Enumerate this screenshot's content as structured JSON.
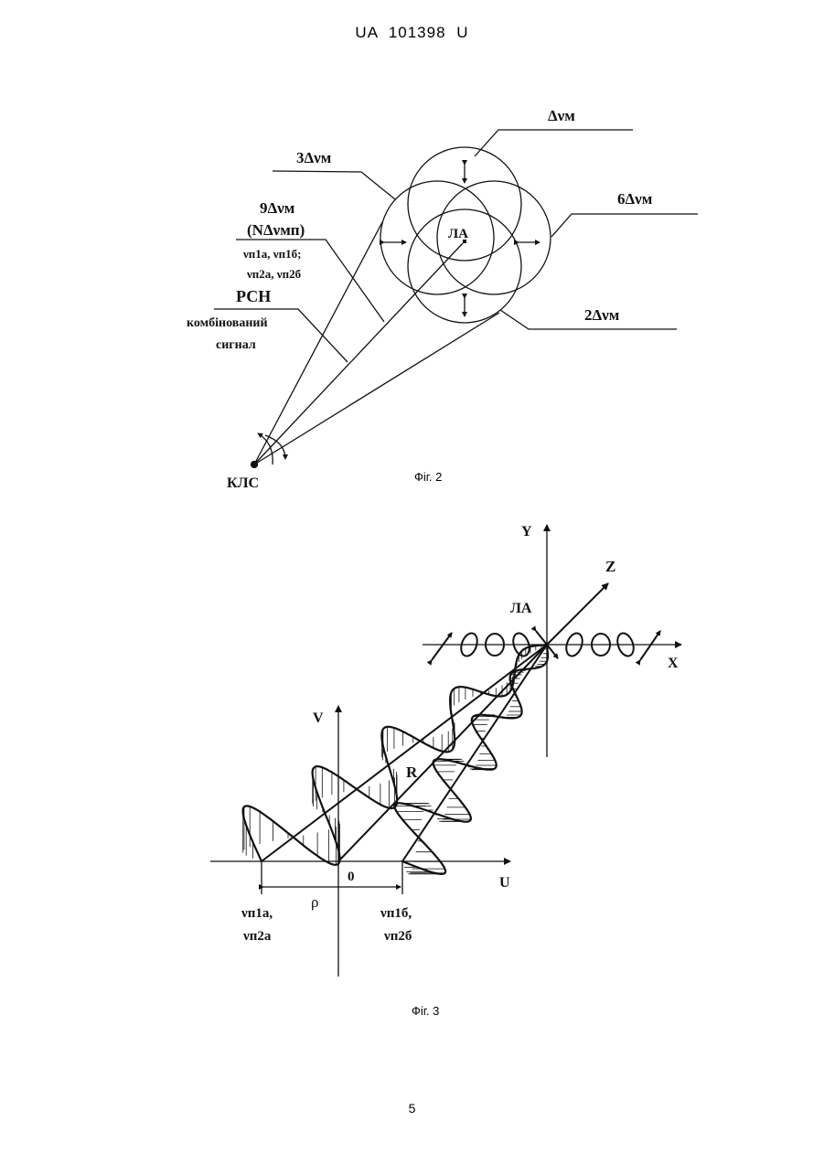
{
  "header": {
    "doc_id": "UA 101398 U"
  },
  "page": {
    "number": "5"
  },
  "fig2": {
    "caption": "Фіг. 2",
    "label_dv": "Δνм",
    "label_3dv": "3Δνм",
    "label_6dv": "6Δνм",
    "label_2dv": "2Δνм",
    "label_9dv": "9Δνм",
    "label_ndv": "(NΔνмп)",
    "label_freq1": "νп1а, νп1б;",
    "label_freq2": "νп2а, νп2б",
    "label_rsn": "РСН",
    "label_combined1": "комбінований",
    "label_combined2": "сигнал",
    "label_la": "ЛА",
    "label_kls": "КЛС"
  },
  "fig3": {
    "caption": "Фіг. 3",
    "axis_y": "Y",
    "axis_z": "Z",
    "axis_x": "X",
    "axis_v": "V",
    "axis_u": "U",
    "label_la": "ЛА",
    "label_r": "R",
    "label_zero": "0",
    "label_rho": "ρ",
    "label_left1": "νп1а,",
    "label_left2": "νп2а",
    "label_right1": "νп1б,",
    "label_right2": "νп2б"
  }
}
